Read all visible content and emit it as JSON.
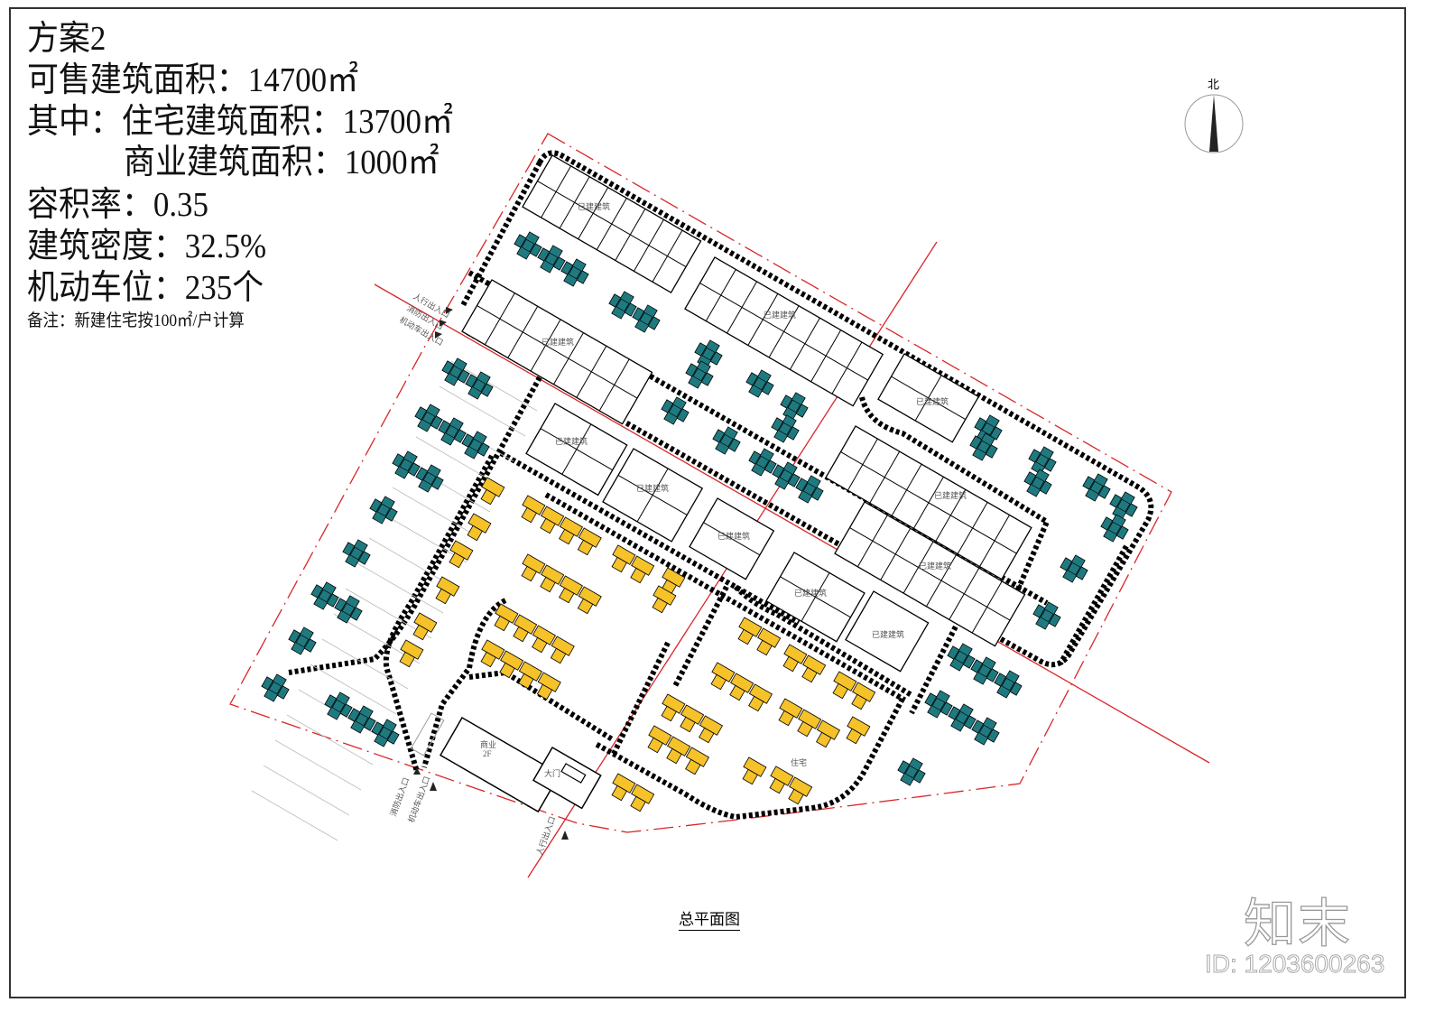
{
  "info": {
    "scheme": "方案2",
    "saleable_area": "可售建筑面积：14700㎡",
    "residential_area": "其中：住宅建筑面积：13700㎡",
    "commercial_area": "商业建筑面积：1000㎡",
    "far": "容积率：0.35",
    "density": "建筑密度：32.5%",
    "parking": "机动车位：235个",
    "note": "备注：新建住宅按100㎡/户计算"
  },
  "compass": {
    "label": "北"
  },
  "plan": {
    "existing_label": "已建建筑",
    "commercial_label": "商业",
    "commercial_floors": "2F",
    "gate_label": "大门",
    "residential_label": "住宅",
    "entrances": {
      "pedestrian": "人行出入口",
      "fire": "消防出入口",
      "vehicle": "机动车出入口"
    },
    "colors": {
      "new_residential_teal": "#1f7a80",
      "new_residential_yellow": "#f6c229",
      "boundary": "#d9262a",
      "road": "#000000"
    }
  },
  "title": "总平面图",
  "watermark": {
    "logo": "知末",
    "id": "ID: 1203600263"
  }
}
